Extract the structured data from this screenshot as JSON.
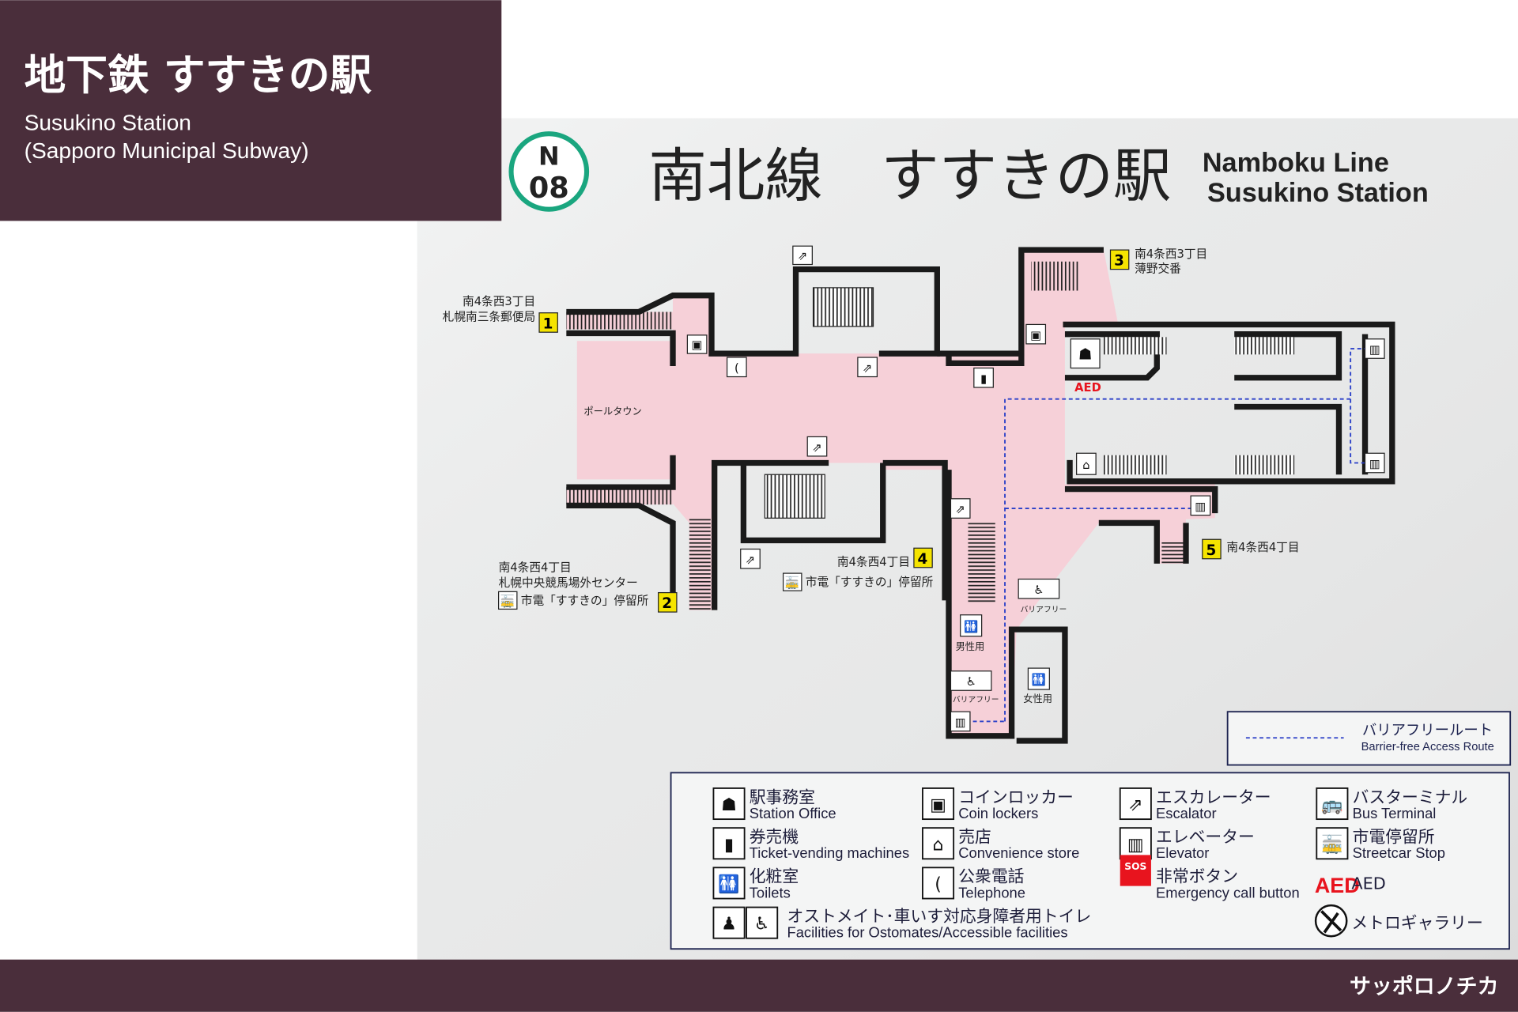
{
  "header": {
    "title_ja": "地下鉄 すすきの駅",
    "title_en_1": "Susukino Station",
    "title_en_2": "(Sapporo Municipal Subway)"
  },
  "sign": {
    "line_letter": "N",
    "line_number": "08",
    "line_color": "#1aa67f",
    "title_ja": "南北線　すすきの駅",
    "title_en_line": "Namboku Line",
    "title_en_station": "Susukino Station"
  },
  "map": {
    "concourse_color": "#f6d0d8",
    "area_label": "ポールタウン",
    "aed": "AED",
    "men_toilet": "男性用",
    "women_toilet": "女性用",
    "barrier_free_1": "バリアフリー",
    "barrier_free_2": "バリアフリー",
    "exits": [
      {
        "number": "1",
        "lines": [
          "南4条西3丁目",
          "札幌南三条郵便局"
        ]
      },
      {
        "number": "2",
        "lines": [
          "南4条西4丁目",
          "札幌中央競馬場外センター",
          "市電「すすきの」停留所"
        ]
      },
      {
        "number": "3",
        "lines": [
          "南4条西3丁目",
          "薄野交番"
        ]
      },
      {
        "number": "4",
        "lines": [
          "南4条西4丁目",
          "市電「すすきの」停留所"
        ]
      },
      {
        "number": "5",
        "lines": [
          "南4条西4丁目"
        ]
      }
    ],
    "route_legend": {
      "ja": "バリアフリールート",
      "en": "Barrier-free Access Route",
      "color": "#2a3fc8"
    }
  },
  "legend": [
    {
      "icon": "station-office-icon",
      "ja": "駅事務室",
      "en": "Station Office"
    },
    {
      "icon": "coin-locker-icon",
      "ja": "コインロッカー",
      "en": "Coin lockers"
    },
    {
      "icon": "escalator-icon",
      "ja": "エスカレーター",
      "en": "Escalator"
    },
    {
      "icon": "bus-icon",
      "ja": "バスターミナル",
      "en": "Bus Terminal"
    },
    {
      "icon": "ticket-machine-icon",
      "ja": "券売機",
      "en": "Ticket-vending machines"
    },
    {
      "icon": "store-icon",
      "ja": "売店",
      "en": "Convenience store"
    },
    {
      "icon": "elevator-icon",
      "ja": "エレベーター",
      "en": "Elevator"
    },
    {
      "icon": "streetcar-icon",
      "ja": "市電停留所",
      "en": "Streetcar Stop"
    },
    {
      "icon": "toilet-icon",
      "ja": "化粧室",
      "en": "Toilets"
    },
    {
      "icon": "telephone-icon",
      "ja": "公衆電話",
      "en": "Telephone"
    },
    {
      "icon": "sos-icon",
      "ja": "非常ボタン",
      "en": "Emergency call button",
      "badge": "SOS"
    },
    {
      "icon": "aed-icon",
      "ja": "AED",
      "en": "",
      "badge": "AED"
    },
    {
      "icon": "accessible-toilet-icon",
      "ja": "オストメイト･車いす対応身障者用トイレ",
      "en": "Facilities for Ostomates/Accessible facilities"
    },
    {
      "icon": "metro-gallery-icon",
      "ja": "メトロギャラリー",
      "en": ""
    }
  ],
  "footer": {
    "brand": "サッポロノチカ"
  },
  "colors": {
    "panel": "#4a2e3b",
    "exit_badge": "#f5e400",
    "aed_red": "#e8141e"
  }
}
